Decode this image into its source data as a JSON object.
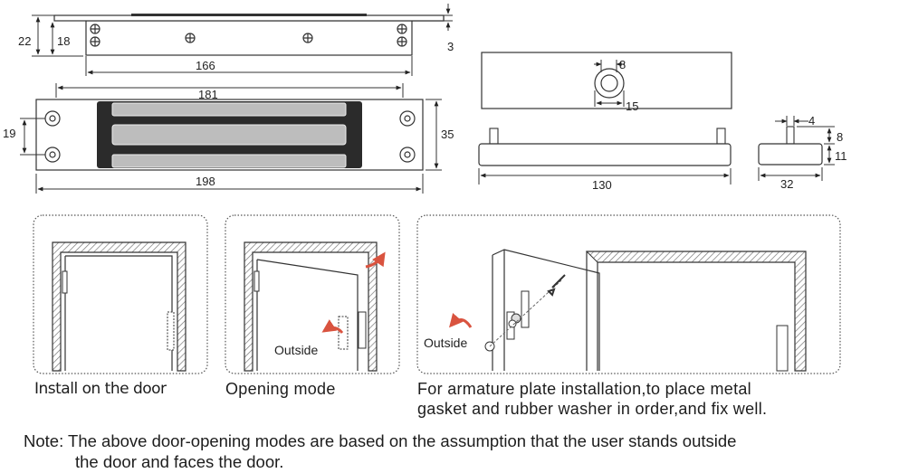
{
  "top_view": {
    "dims": [
      "22",
      "18",
      "3",
      "166"
    ]
  },
  "front_view": {
    "dims": [
      "181",
      "19",
      "35",
      "198"
    ]
  },
  "armature_plate": {
    "top_dims": [
      "8",
      "15"
    ],
    "front_dims": [
      "130"
    ]
  },
  "armature_side": {
    "dims": [
      "4",
      "8",
      "11",
      "32"
    ]
  },
  "install_panels": {
    "opening_label": "Outside",
    "armature_label": "Outside"
  },
  "captions": {
    "install": "Install on the door",
    "opening": "Opening mode",
    "armature_line1": "For armature plate installation,to place metal",
    "armature_line2": "gasket and rubber washer in order,and fix well."
  },
  "note": {
    "line1": "Note: The above door-opening modes are based on the assumption that the user stands outside",
    "line2": "the door and faces the door."
  },
  "colors": {
    "line": "#333333",
    "coil": "#bdbdbd",
    "body": "#2b2b2b",
    "hatch": "#888888",
    "arrow_red": "#d9533f"
  }
}
